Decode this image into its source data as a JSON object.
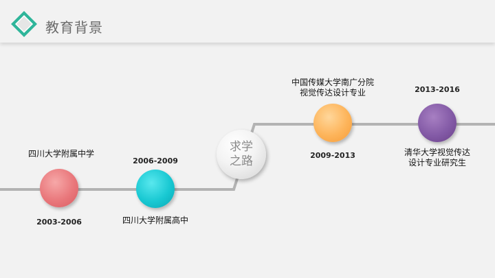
{
  "header": {
    "title": "教育背景"
  },
  "center": {
    "line1": "求学",
    "line2": "之路"
  },
  "milestones": [
    {
      "school": "四川大学附属中学",
      "years": "2003-2006",
      "color": "#e9777b"
    },
    {
      "school": "四川大学附属高中",
      "years": "2006-2009",
      "color": "#18c8d2"
    },
    {
      "school_line1": "中国传媒大学南广分院",
      "school_line2": "视觉传达设计专业",
      "years": "2009-2013",
      "color": "#fdb45a"
    },
    {
      "school_line1": "清华大学视觉传达",
      "school_line2": "设计专业研究生",
      "years": "2013-2016",
      "color": "#835aa6"
    }
  ],
  "colors": {
    "background": "#f2f2f2",
    "line": "#b3b3b3",
    "logo_accent": "#2fb59a"
  }
}
